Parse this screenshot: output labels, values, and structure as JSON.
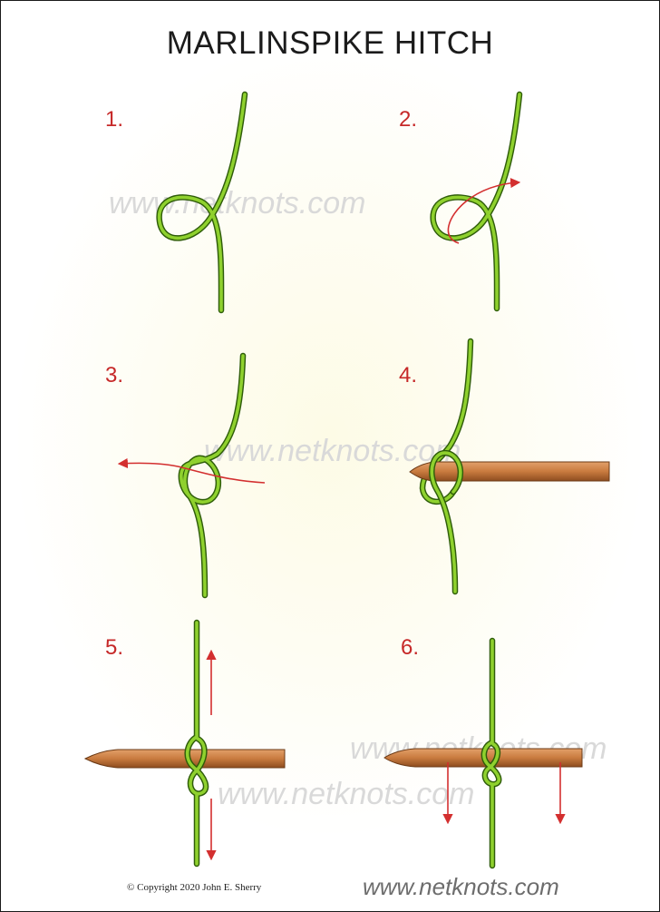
{
  "page": {
    "title": "MARLINSPIKE HITCH",
    "watermark": "www.netknots.com",
    "footer_site": "www.netknots.com",
    "copyright": "©  Copyright  2020  John E. Sherry"
  },
  "steps": [
    {
      "label": "1."
    },
    {
      "label": "2."
    },
    {
      "label": "3."
    },
    {
      "label": "4."
    },
    {
      "label": "5."
    },
    {
      "label": "6."
    }
  ],
  "colors": {
    "rope": "#8fd12e",
    "rope_outline": "#2f5d0a",
    "spike": "#c97b3f",
    "arrow": "#d32f2f",
    "step_number": "#c62828"
  }
}
